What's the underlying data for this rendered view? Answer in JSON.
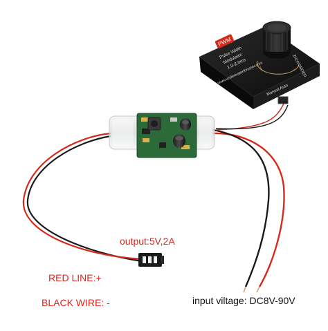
{
  "labels": {
    "output": "output:5V,2A",
    "red_line": "RED LINE:+",
    "black_wire": "BLACK WIRE: -",
    "input": "input viltage: DC8V-90V"
  },
  "modulator_box": {
    "badge": "PWM",
    "line1": "Pulse Width",
    "line2": "Modulator",
    "line3": "1.0-2.0ms",
    "url": "www.underwaterthruster.com",
    "side": "ZHONGBEIER",
    "switch": "Manual  Auto"
  },
  "colors": {
    "red_wire": "#d42a1c",
    "black_wire": "#1b1b1b",
    "box": "#141414",
    "pcb": "#2c6a3a",
    "label_red": "#e0241b"
  }
}
